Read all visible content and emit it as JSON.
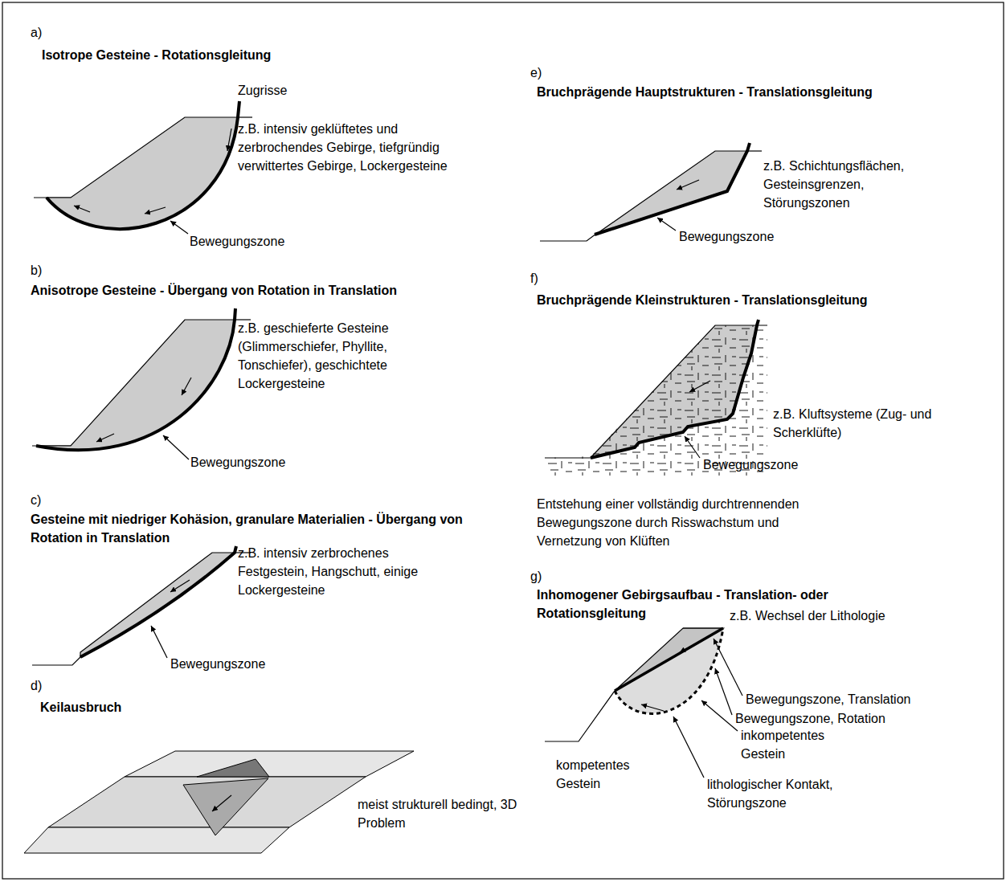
{
  "diagram": {
    "labels": [
      "a)",
      "Isotrope Gesteine - Rotationsgleitung",
      "Zugrisse",
      "z.B. intensiv geklüftetes und zerbrochendes Gebirge, tiefgründig verwittertes Gebirge, Lockergesteine",
      "Bewegungszone",
      "b)",
      "Anisotrope Gesteine - Übergang von Rotation in Translation",
      "z.B. geschieferte Gesteine (Glimmerschiefer, Phyllite, Tonschiefer), geschichtete Lockergesteine",
      "Bewegungszone",
      "c)",
      "Gesteine mit niedriger Kohäsion, granulare Materialien - Übergang von Rotation in Translation",
      "z.B. intensiv zerbrochenes Festgestein, Hangschutt, einige Lockergesteine",
      "Bewegungszone",
      "d)",
      "Keilausbruch",
      "meist strukturell bedingt, 3D Problem",
      "e)",
      "Bruchprägende Hauptstrukturen - Translationsgleitung",
      "z.B. Schichtungsflächen, Gesteinsgrenzen, Störungszonen",
      "Bewegungszone",
      "f)",
      "Bruchprägende Kleinstrukturen - Translationsgleitung",
      "z.B. Kluftsysteme (Zug- und Scherklüfte)",
      "Bewegungszone",
      "Entstehung einer vollständig durchtrennenden Bewegungszone durch Risswachstum und Vernetzung von Klüften",
      "g)",
      "Inhomogener Gebirgsaufbau - Translation- oder Rotationsgleitung",
      "z.B. Wechsel der Lithologie",
      "Bewegungszone, Translation",
      "Bewegungszone, Rotation",
      "inkompetentes Gestein",
      "kompetentes Gestein",
      "lithologischer Kontakt, Störungszone"
    ]
  }
}
